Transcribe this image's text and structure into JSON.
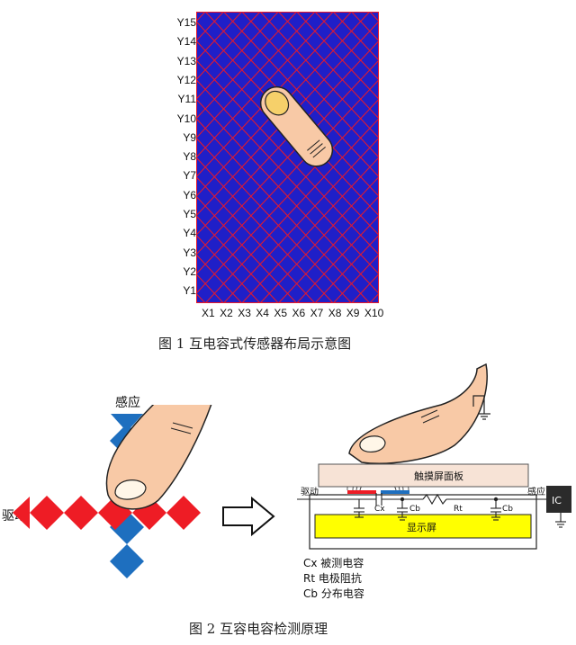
{
  "figure1": {
    "y_labels": [
      "Y15",
      "Y14",
      "Y13",
      "Y12",
      "Y11",
      "Y10",
      "Y9",
      "Y8",
      "Y7",
      "Y6",
      "Y5",
      "Y4",
      "Y3",
      "Y2",
      "Y1"
    ],
    "x_labels": [
      "X1",
      "X2",
      "X3",
      "X4",
      "X5",
      "X6",
      "X7",
      "X8",
      "X9",
      "X10"
    ],
    "caption": "图 1  互电容式传感器布局示意图",
    "colors": {
      "red": "#e8192a",
      "blue": "#1f1fc8"
    }
  },
  "figure2": {
    "sense_label": "感应",
    "drive_label": "驱动",
    "panel_label": "触摸屏面板",
    "display_label": "显示屏",
    "left_drive_label": "驱动",
    "right_sense_label": "感应",
    "ic_label": "IC",
    "cx_label": "Cx",
    "cb1_label": "Cb",
    "rt_label": "Rt",
    "cb2_label": "Cb",
    "legend": [
      {
        "sym": "Cx",
        "text": " 被测电容"
      },
      {
        "sym": "Rt",
        "text": " 电极阻抗"
      },
      {
        "sym": "Cb",
        "text": " 分布电容"
      }
    ],
    "caption": "图 2  互容电容检测原理",
    "colors": {
      "red": "#ee1c25",
      "blue": "#1e6fbf",
      "yellow": "#ffff00",
      "panel": "#f7e3d6",
      "ic": "#2b2b2b"
    }
  }
}
